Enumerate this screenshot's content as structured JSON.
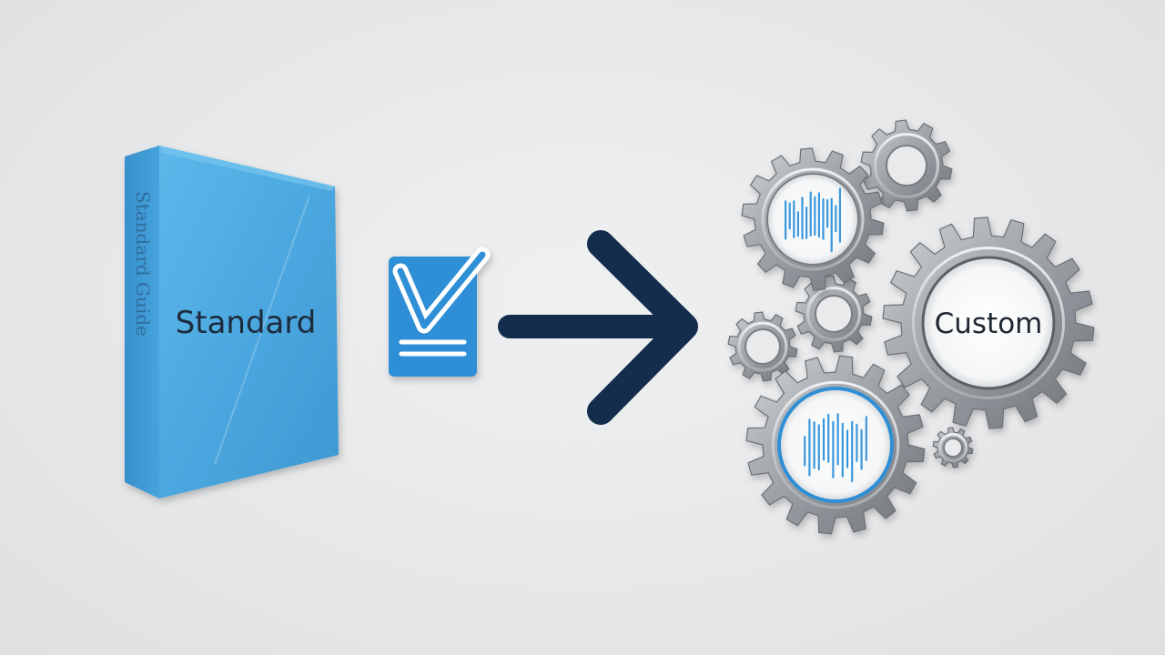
{
  "standard": {
    "label": "Standard",
    "spine_text": "Standard Guide"
  },
  "custom": {
    "label": "Custom"
  },
  "icons": {
    "box": "software-box-icon",
    "check": "checklist-icon",
    "arrow": "right-arrow-icon",
    "gears": "gears-icon"
  },
  "colors": {
    "box_blue": "#4aa6de",
    "check_blue": "#2f8fd6",
    "arrow_navy": "#142d4c",
    "gear_silver": "#9ea3a8",
    "background": "#e9eaeb"
  }
}
